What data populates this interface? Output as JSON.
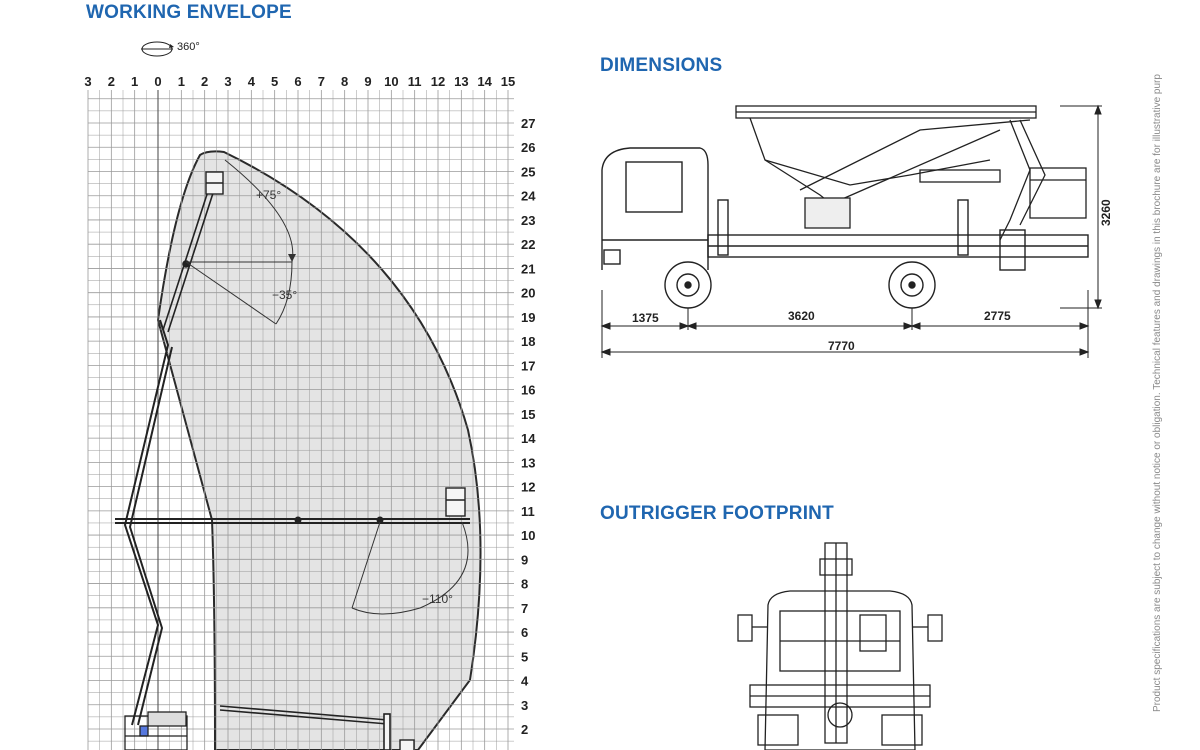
{
  "titles": {
    "working_envelope": "WORKING ENVELOPE",
    "dimensions": "DIMENSIONS",
    "outrigger_footprint": "OUTRIGGER FOOTPRINT"
  },
  "envelope": {
    "rotation_label": "360°",
    "x_ticks": [
      "3",
      "2",
      "1",
      "0",
      "1",
      "2",
      "3",
      "4",
      "5",
      "6",
      "7",
      "8",
      "9",
      "10",
      "11",
      "12",
      "13",
      "14",
      "15"
    ],
    "y_ticks": [
      "27",
      "26",
      "25",
      "24",
      "23",
      "22",
      "21",
      "20",
      "19",
      "18",
      "17",
      "16",
      "15",
      "14",
      "13",
      "12",
      "11",
      "10",
      "9",
      "8",
      "7",
      "6",
      "5",
      "4",
      "3",
      "2"
    ],
    "angle_labels": [
      "+75°",
      "−35°",
      "−110°"
    ]
  },
  "dimensions": {
    "front_overhang": "1375",
    "wheelbase": "3620",
    "rear_overhang": "2775",
    "total_length": "7770",
    "height": "3260"
  },
  "side_note": "Product specifications are subject to change without notice or obligation. Technical features and drawings in this brochure are for illustrative purp",
  "colors": {
    "title_blue": "#1f66b0",
    "envelope_fill": "#e4e4e4",
    "grid_line": "#9a9a9a"
  }
}
